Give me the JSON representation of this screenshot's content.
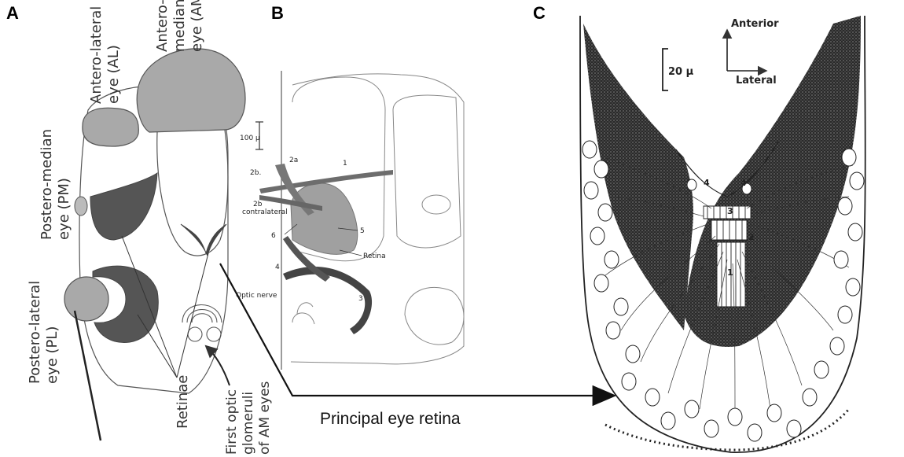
{
  "panels": {
    "a": {
      "letter": "A",
      "labels": {
        "antero_lateral_line1": "Antero-lateral",
        "antero_lateral_line2": "eye (AL)",
        "antero_median_line1": "Antero-",
        "antero_median_line2": "median",
        "antero_median_line3": "eye (AM)",
        "postero_median_line1": "Postero-median",
        "postero_median_line2": "eye (PM)",
        "postero_lateral_line1": "Postero-lateral",
        "postero_lateral_line2": "eye (PL)",
        "retinae": "Retinae",
        "glomeruli_line1": "First optic",
        "glomeruli_line2": "glomeruli",
        "glomeruli_line3": "of AM eyes"
      }
    },
    "b": {
      "letter": "B",
      "scale_label": "100 μ",
      "labels": {
        "l2a": "2a",
        "l2b": "2b.",
        "l2b_contra_1": "2b",
        "l2b_contra_2": "contralateral",
        "l1": "1",
        "l5": "5",
        "l6": "6",
        "retina": "Retina",
        "l4": "4",
        "optic_nerve": "Optic nerve",
        "l3": "3"
      }
    },
    "c": {
      "letter": "C",
      "scale_label": "20 μ",
      "axis_anterior": "Anterior",
      "axis_lateral": "Lateral",
      "layers": {
        "l1": "1",
        "l2": "2",
        "l3": "3",
        "l4a": "4",
        "l4b": "4"
      }
    }
  },
  "arrow_caption": "Principal eye retina"
}
